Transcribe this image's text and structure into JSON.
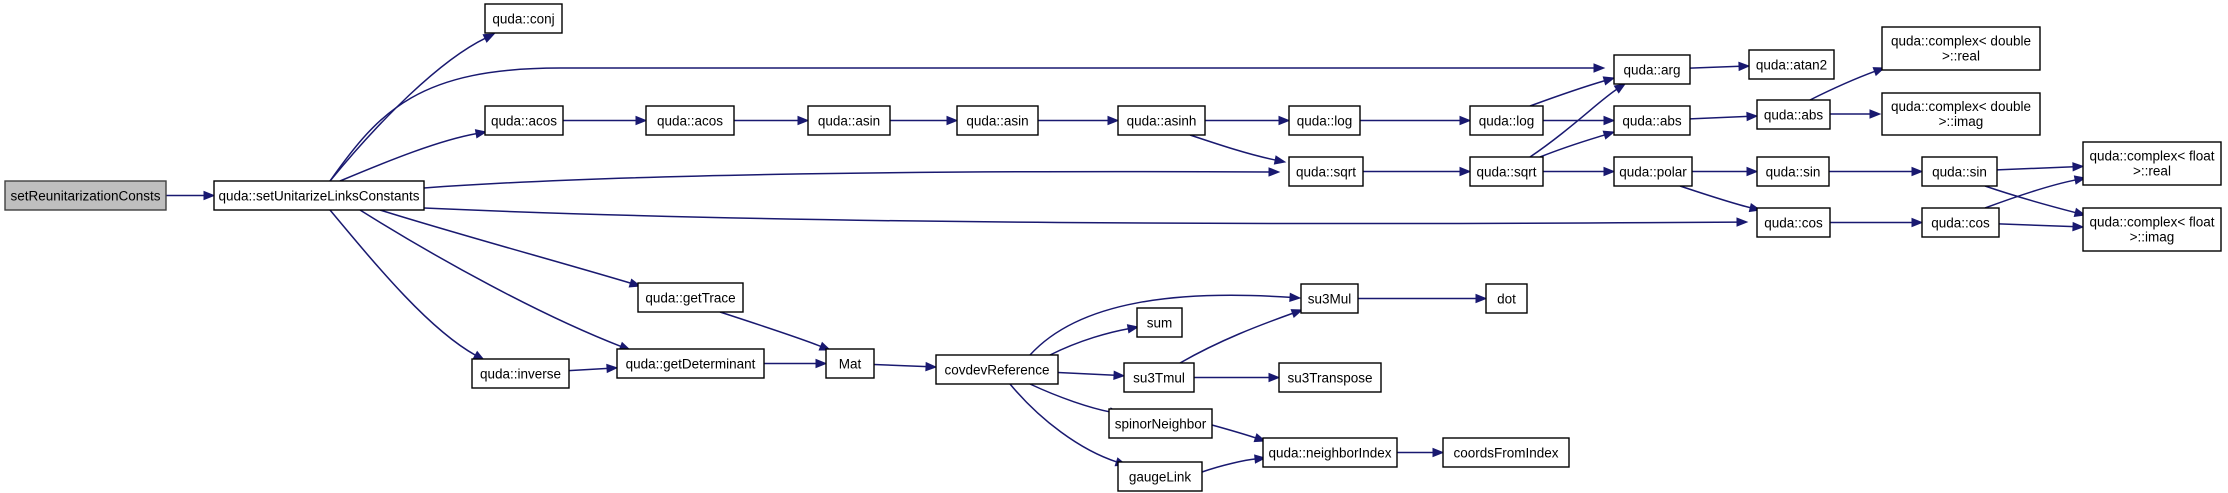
{
  "colors": {
    "edge": "#191970",
    "root_fill": "#bfbfbf",
    "node_fill": "#ffffff",
    "border": "#000000"
  },
  "nodes": {
    "root": "setReunitarizationConsts",
    "setUnitarize": "quda::setUnitarizeLinksConstants",
    "conj": "quda::conj",
    "acos1": "quda::acos",
    "acos2": "quda::acos",
    "asin1": "quda::asin",
    "asin2": "quda::asin",
    "asinh": "quda::asinh",
    "log1": "quda::log",
    "log2": "quda::log",
    "arg": "quda::arg",
    "atan2": "quda::atan2",
    "abs1": "quda::abs",
    "abs2": "quda::abs",
    "cdReal": [
      "quda::complex< double",
      ">::real"
    ],
    "cdImag": [
      "quda::complex< double",
      ">::imag"
    ],
    "sqrt1": "quda::sqrt",
    "sqrt2": "quda::sqrt",
    "polar": "quda::polar",
    "sin1": "quda::sin",
    "sin2": "quda::sin",
    "cfReal": [
      "quda::complex< float",
      ">::real"
    ],
    "cos1": "quda::cos",
    "cos2": "quda::cos",
    "cfImag": [
      "quda::complex< float",
      ">::imag"
    ],
    "getTrace": "quda::getTrace",
    "inverse": "quda::inverse",
    "getDet": "quda::getDeterminant",
    "mat": "Mat",
    "covdev": "covdevReference",
    "sum": "sum",
    "su3Mul": "su3Mul",
    "dot": "dot",
    "su3Tmul": "su3Tmul",
    "su3Transpose": "su3Transpose",
    "spinorNeighbor": "spinorNeighbor",
    "gaugeLink": "gaugeLink",
    "neighborIndex": "quda::neighborIndex",
    "coordsFromIndex": "coordsFromIndex"
  },
  "edges": [
    [
      "root",
      "setUnitarize"
    ],
    [
      "setUnitarize",
      "conj"
    ],
    [
      "setUnitarize",
      "arg"
    ],
    [
      "setUnitarize",
      "acos1"
    ],
    [
      "setUnitarize",
      "sqrt1"
    ],
    [
      "setUnitarize",
      "cos1"
    ],
    [
      "setUnitarize",
      "getTrace"
    ],
    [
      "setUnitarize",
      "getDet"
    ],
    [
      "setUnitarize",
      "inverse"
    ],
    [
      "acos1",
      "acos2"
    ],
    [
      "acos2",
      "asin1"
    ],
    [
      "asin1",
      "asin2"
    ],
    [
      "asin2",
      "asinh"
    ],
    [
      "asinh",
      "log1"
    ],
    [
      "asinh",
      "sqrt1"
    ],
    [
      "log1",
      "log2"
    ],
    [
      "log2",
      "arg"
    ],
    [
      "log2",
      "abs1"
    ],
    [
      "sqrt1",
      "sqrt2"
    ],
    [
      "sqrt2",
      "arg"
    ],
    [
      "sqrt2",
      "abs1"
    ],
    [
      "sqrt2",
      "polar"
    ],
    [
      "arg",
      "atan2"
    ],
    [
      "abs1",
      "abs2"
    ],
    [
      "abs2",
      "cdReal"
    ],
    [
      "abs2",
      "cdImag"
    ],
    [
      "polar",
      "sin1"
    ],
    [
      "polar",
      "cos1"
    ],
    [
      "sin1",
      "sin2"
    ],
    [
      "sin2",
      "cfReal"
    ],
    [
      "sin2",
      "cfImag"
    ],
    [
      "cos1",
      "cos2"
    ],
    [
      "cos2",
      "cfReal"
    ],
    [
      "cos2",
      "cfImag"
    ],
    [
      "getTrace",
      "mat"
    ],
    [
      "inverse",
      "getDet"
    ],
    [
      "getDet",
      "mat"
    ],
    [
      "mat",
      "covdev"
    ],
    [
      "covdev",
      "su3Mul"
    ],
    [
      "covdev",
      "sum"
    ],
    [
      "covdev",
      "su3Tmul"
    ],
    [
      "covdev",
      "spinorNeighbor"
    ],
    [
      "covdev",
      "gaugeLink"
    ],
    [
      "su3Mul",
      "dot"
    ],
    [
      "su3Tmul",
      "su3Mul"
    ],
    [
      "su3Tmul",
      "su3Transpose"
    ],
    [
      "spinorNeighbor",
      "neighborIndex"
    ],
    [
      "gaugeLink",
      "neighborIndex"
    ],
    [
      "neighborIndex",
      "coordsFromIndex"
    ]
  ]
}
